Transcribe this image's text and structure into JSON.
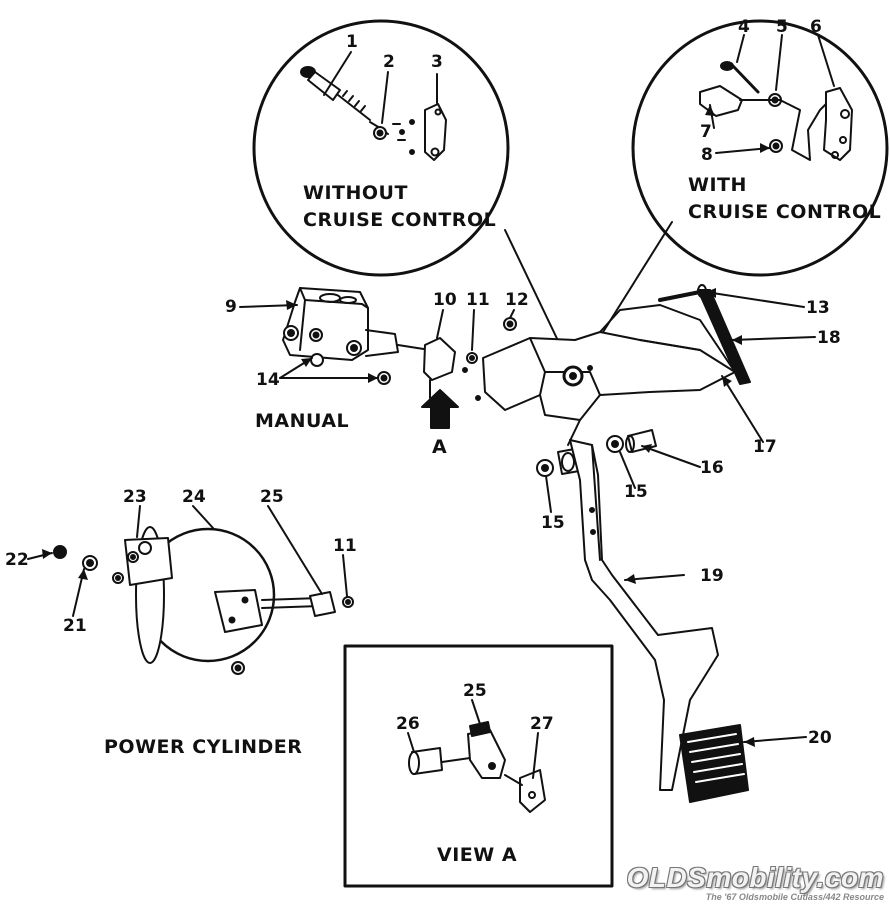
{
  "callouts": [
    "1",
    "2",
    "3",
    "4",
    "5",
    "6",
    "7",
    "8",
    "9",
    "10",
    "11",
    "12",
    "13",
    "14",
    "15",
    "16",
    "17",
    "18",
    "19",
    "20",
    "21",
    "22",
    "23",
    "24",
    "25",
    "26",
    "27"
  ],
  "captions": {
    "without_line1": "WITHOUT",
    "without_line2": "CRUISE CONTROL",
    "with_line1": "WITH",
    "with_line2": "CRUISE CONTROL",
    "manual": "MANUAL",
    "view_a_letter": "A",
    "power_cylinder": "POWER CYLINDER",
    "view_a": "VIEW A"
  },
  "watermark": {
    "site": "OLDSmobility.com",
    "tagline": "The '67 Oldsmobile Cutlass/442 Resource"
  },
  "colors": {
    "ink": "#111111",
    "background": "#ffffff"
  }
}
